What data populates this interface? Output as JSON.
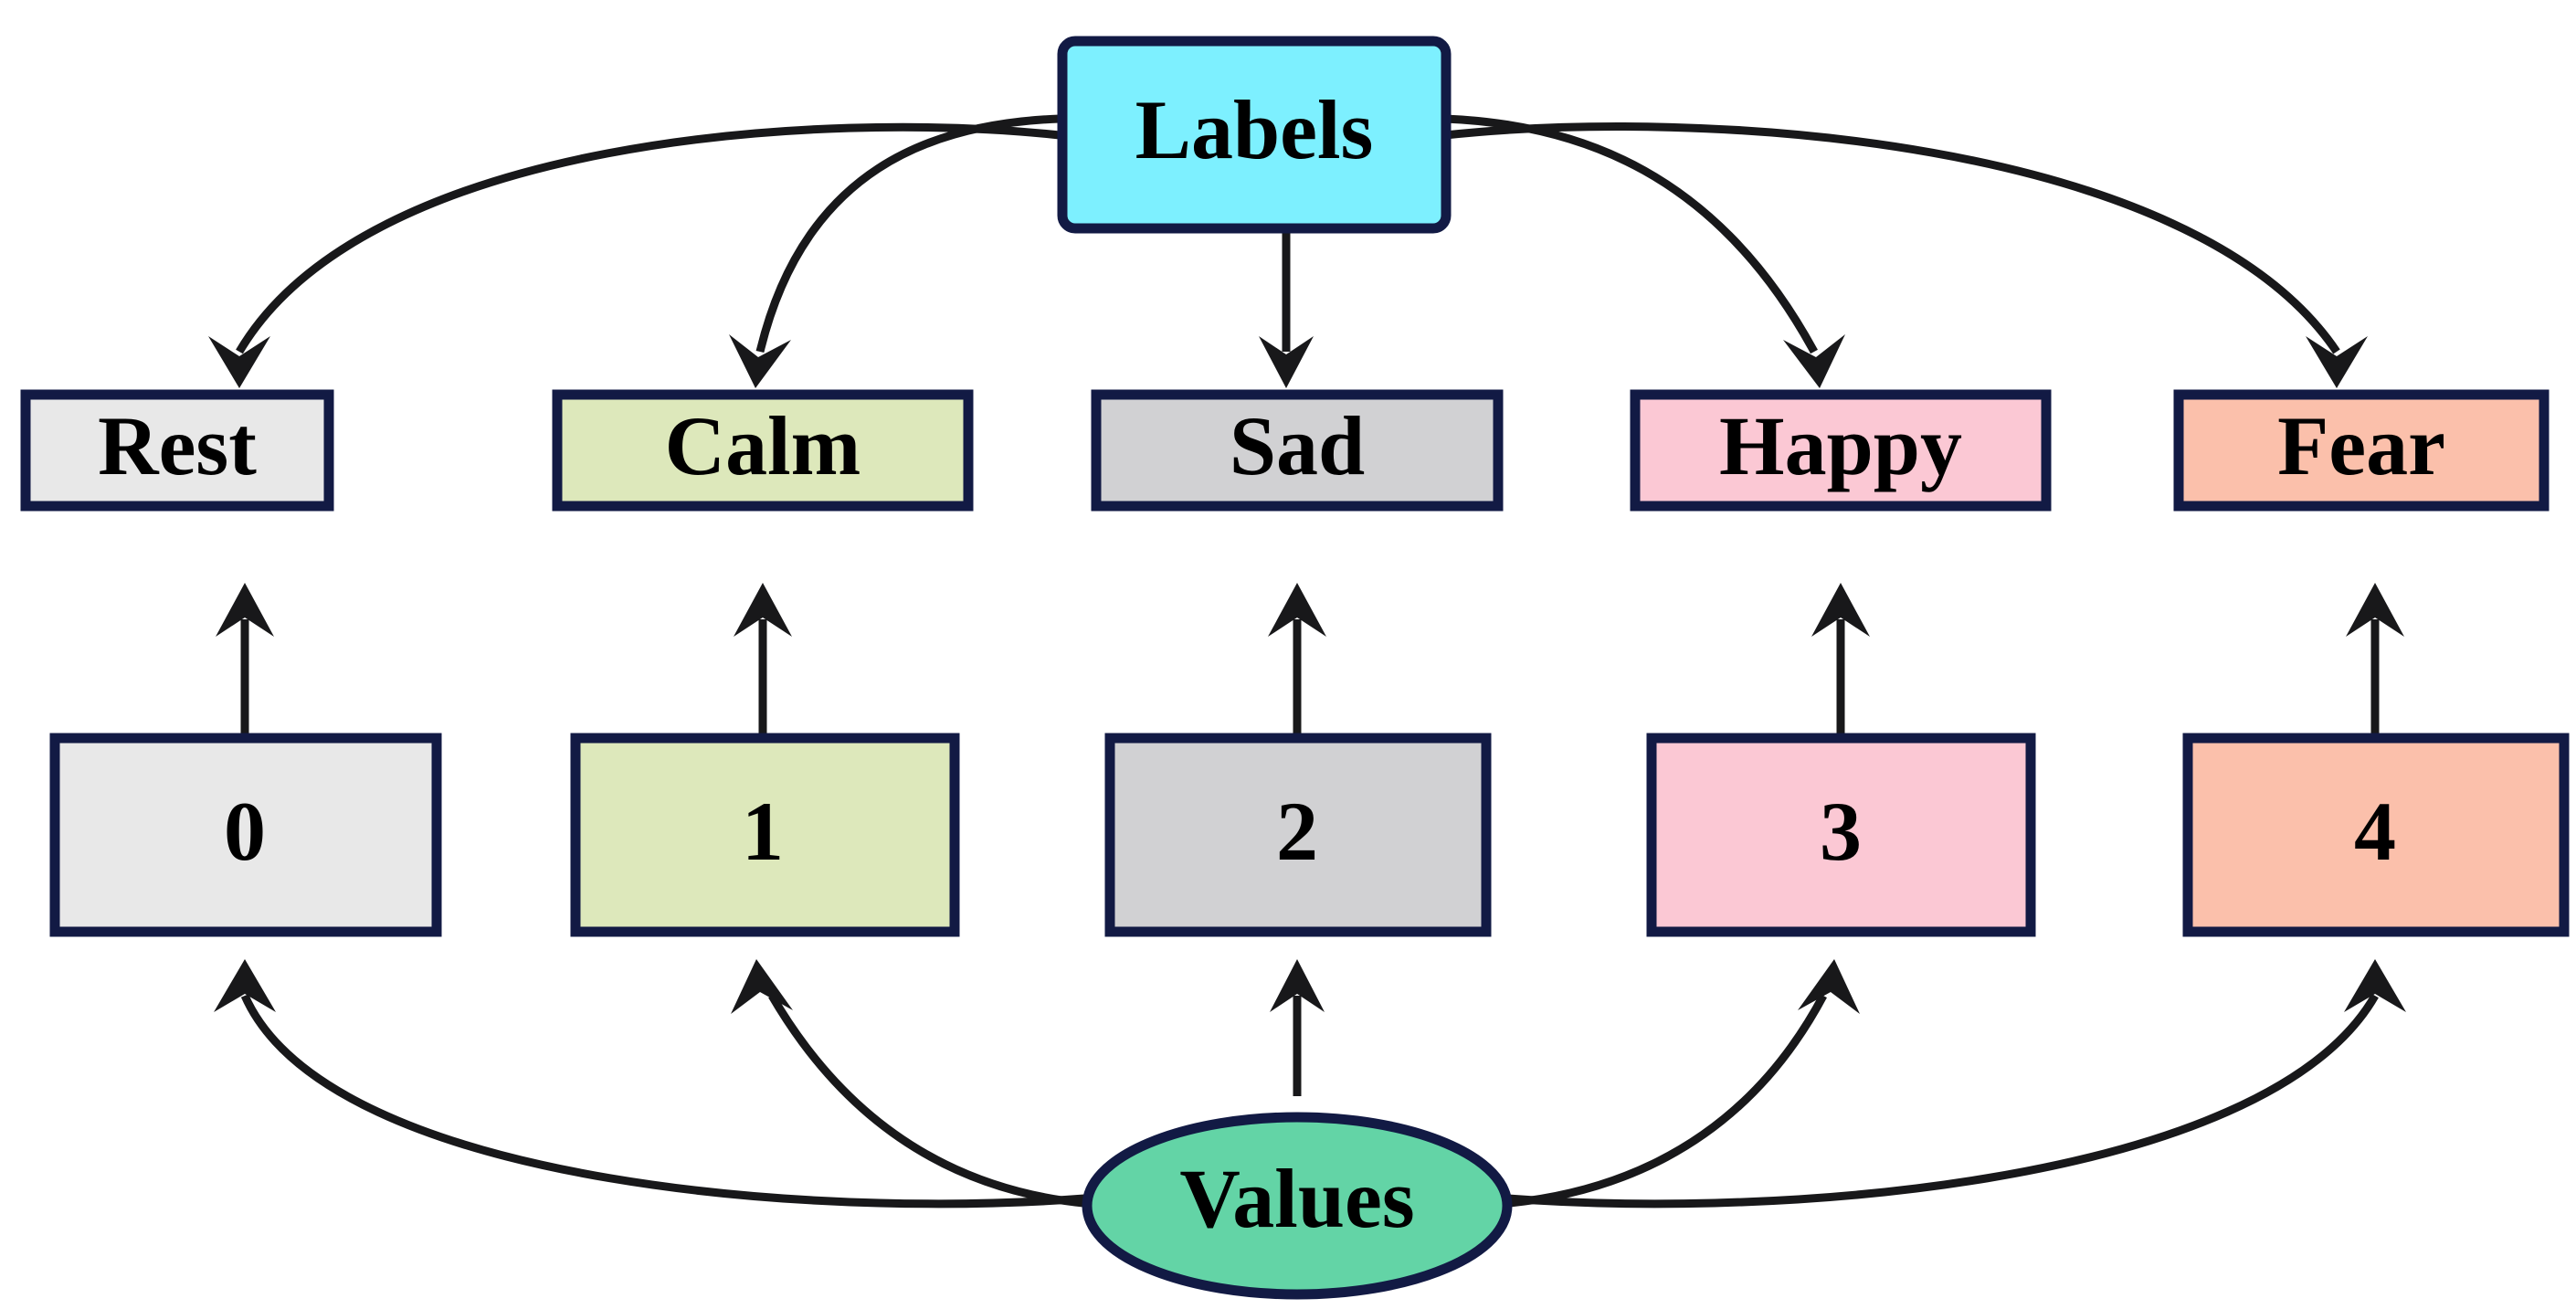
{
  "diagram": {
    "title": "Labels and Values mapping",
    "background": "#ffffff",
    "border_color": "#121a44",
    "edge_color": "#18181a",
    "root_top": {
      "id": "labels",
      "label": "Labels",
      "shape": "rounded-rectangle",
      "fill": "#7DF0FF"
    },
    "root_bottom": {
      "id": "values",
      "label": "Values",
      "shape": "ellipse",
      "fill": "#63D4A6"
    },
    "columns": [
      {
        "label": "Rest",
        "value": "0",
        "fill": "#E8E8E8"
      },
      {
        "label": "Calm",
        "value": "1",
        "fill": "#DDE8BB"
      },
      {
        "label": "Sad",
        "value": "2",
        "fill": "#D1D1D3"
      },
      {
        "label": "Happy",
        "value": "3",
        "fill": "#FBC8D4"
      },
      {
        "label": "Fear",
        "value": "4",
        "fill": "#FBC0AB"
      }
    ],
    "edges": [
      {
        "from": "Labels",
        "to": "Rest",
        "style": "curved"
      },
      {
        "from": "Labels",
        "to": "Calm",
        "style": "curved"
      },
      {
        "from": "Labels",
        "to": "Sad",
        "style": "straight"
      },
      {
        "from": "Labels",
        "to": "Happy",
        "style": "curved"
      },
      {
        "from": "Labels",
        "to": "Fear",
        "style": "curved"
      },
      {
        "from": "0",
        "to": "Rest",
        "style": "straight"
      },
      {
        "from": "1",
        "to": "Calm",
        "style": "straight"
      },
      {
        "from": "2",
        "to": "Sad",
        "style": "straight"
      },
      {
        "from": "3",
        "to": "Happy",
        "style": "straight"
      },
      {
        "from": "4",
        "to": "Fear",
        "style": "straight"
      },
      {
        "from": "Values",
        "to": "0",
        "style": "curved"
      },
      {
        "from": "Values",
        "to": "1",
        "style": "curved"
      },
      {
        "from": "Values",
        "to": "2",
        "style": "straight"
      },
      {
        "from": "Values",
        "to": "3",
        "style": "curved"
      },
      {
        "from": "Values",
        "to": "4",
        "style": "curved"
      }
    ]
  }
}
